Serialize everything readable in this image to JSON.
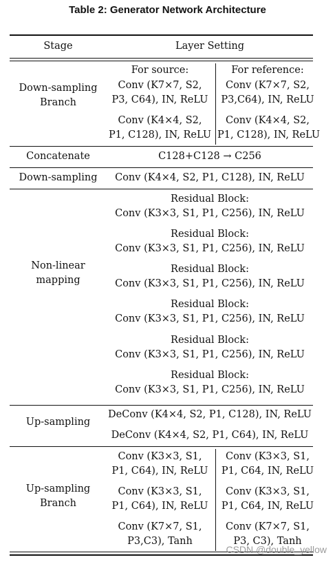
{
  "caption": "Table 2: Generator Network Architecture",
  "header": {
    "stage": "Stage",
    "layer": "Layer Setting"
  },
  "down_branch": {
    "stage_1": "Down-sampling",
    "stage_2": "Branch",
    "source_head": "For source:",
    "source_conv1_a": "Conv (K7×7, S2,",
    "source_conv1_b": "P3, C64), IN, ReLU",
    "source_conv2_a": "Conv (K4×4, S2,",
    "source_conv2_b": "P1, C128), IN, ReLU",
    "ref_head": "For reference:",
    "ref_conv1_a": "Conv (K7×7, S2,",
    "ref_conv1_b": "P3,C64), IN, ReLU",
    "ref_conv2_a": "Conv (K4×4, S2,",
    "ref_conv2_b": "P1, C128), IN, ReLU"
  },
  "concat": {
    "stage": "Concatenate",
    "layer": "C128+C128 → C256"
  },
  "down": {
    "stage": "Down-sampling",
    "layer": "Conv (K4×4, S2, P1, C128), IN, ReLU"
  },
  "nonlinear": {
    "stage_1": "Non-linear",
    "stage_2": "mapping",
    "blocks": [
      {
        "head": "Residual Block:",
        "conv": "Conv (K3×3, S1, P1, C256), IN, ReLU"
      },
      {
        "head": "Residual Block:",
        "conv": "Conv (K3×3, S1, P1, C256), IN, ReLU"
      },
      {
        "head": "Residual Block:",
        "conv": "Conv (K3×3, S1, P1, C256), IN, ReLU"
      },
      {
        "head": "Residual Block:",
        "conv": "Conv (K3×3, S1, P1, C256), IN, ReLU"
      },
      {
        "head": "Residual Block:",
        "conv": "Conv (K3×3, S1, P1, C256), IN, ReLU"
      },
      {
        "head": "Residual Block:",
        "conv": "Conv (K3×3, S1, P1, C256), IN, ReLU"
      }
    ]
  },
  "up": {
    "stage": "Up-sampling",
    "deconv1": "DeConv (K4×4, S2, P1, C128), IN, ReLU",
    "deconv2": "DeConv (K4×4, S2, P1, C64), IN, ReLU"
  },
  "up_branch": {
    "stage_1": "Up-sampling",
    "stage_2": "Branch",
    "left": [
      {
        "a": "Conv (K3×3, S1,",
        "b": "P1, C64), IN, ReLU"
      },
      {
        "a": "Conv (K3×3, S1,",
        "b": "P1, C64), IN, ReLU"
      },
      {
        "a": "Conv (K7×7, S1,",
        "b": "P3,C3), Tanh"
      }
    ],
    "right": [
      {
        "a": "Conv (K3×3, S1,",
        "b": "P1, C64, IN, ReLU"
      },
      {
        "a": "Conv (K3×3, S1,",
        "b": "P1, C64, IN, ReLU"
      },
      {
        "a": "Conv (K7×7, S1,",
        "b": "P3, C3), Tanh"
      }
    ]
  },
  "watermark": "CSDN @double_yellow"
}
